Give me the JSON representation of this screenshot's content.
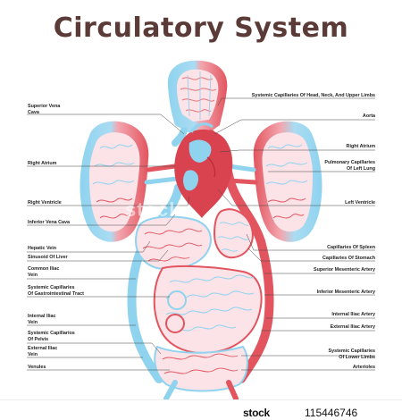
{
  "title": "Circulatory System",
  "labels_left": [
    "Superior Vena\nCava",
    "Right Atrium",
    "Right Ventricle",
    "Inferior Vena Cava",
    "Hepatic Vein",
    "Sinusoid Of Liver",
    "Common Iliac\nVein",
    "Systemic Capillaries\nOf Gastrointestinal Tract",
    "Internal Iliac\nVein",
    "Systemic Capillarios\nOf Pelvis",
    "External Iliac\nVein",
    "Venules"
  ],
  "labels_right": [
    "Systemic Capillaries Of Head, Neck, And Upper Limbs",
    "Aorta",
    "Right Atrium",
    "Pulmonary Capillaries\nOf Left Lung",
    "Left Ventricle",
    "Capillaries Of Spleen",
    "Capillaries Of Stomach",
    "Superior Mesenteric Artery",
    "Inferior Mesenteric Artery",
    "Internal Iliac Artery",
    "External Iliac Artery",
    "Systemic Capillaries\nOf Lower Limbs",
    "Arterioles"
  ],
  "footer": {
    "logo": "stock",
    "id": "115446746"
  },
  "colors": {
    "vein_blue": "#8fd3ef",
    "artery_red": "#e2555f",
    "heart": "#d9434f",
    "capillary_pink": "#f6c9d2",
    "title": "#5b3b37"
  }
}
